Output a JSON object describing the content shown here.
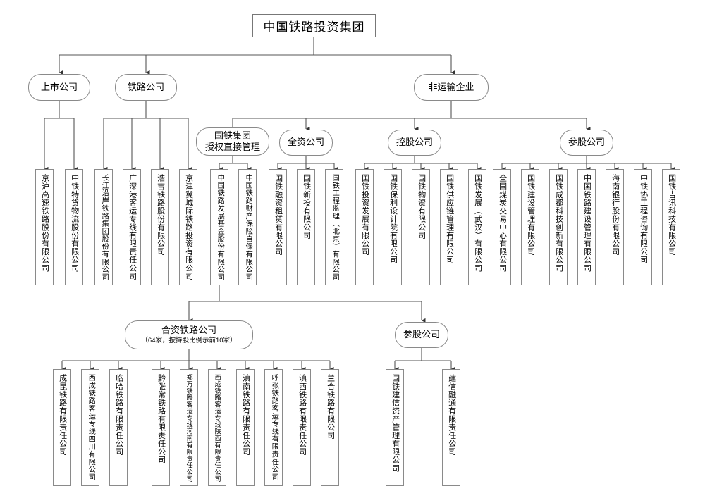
{
  "diagram": {
    "title": "中国铁路投资集团",
    "type": "org-chart"
  },
  "root": {
    "label": "中国铁路投资集团"
  },
  "level2": [
    {
      "label": "上市公司"
    },
    {
      "label": "铁路公司"
    },
    {
      "label": "非运输企业"
    }
  ],
  "level3": [
    {
      "label": "国铁集团",
      "label2": "授权直接管理"
    },
    {
      "label": "全资公司"
    },
    {
      "label": "控股公司"
    },
    {
      "label": "参股公司"
    }
  ],
  "leaves": {
    "listed": [
      "京沪高速铁路股份有限公司",
      "中铁特货物流股份有限公司"
    ],
    "railway": [
      "长江沿岸铁路集团股份有限公司",
      "广深港客运专线有限责任公司",
      "浩吉铁路股份有限公司",
      "京津冀城际铁路投资有限公司"
    ],
    "authorized": [
      "中国铁路发展基金股份有限公司",
      "中国铁路财产保险自保有限公司"
    ],
    "wholly_owned": [
      "国铁融资租赁有限公司",
      "国铁新投有限公司",
      "国铁工程监理（北京）有限公司"
    ],
    "holding": [
      "国铁投资发展有限公司",
      "国铁保利设计院有限公司",
      "国铁物资有限公司",
      "国铁供应链管理有限公司",
      "国铁发展（武汉）有限公司"
    ],
    "participating": [
      "全国煤炭交易中心有限公司",
      "国铁建设管理有限公司",
      "国铁成都科技创新有限公司",
      "中国铁路建设管理有限公司",
      "海南银行股份有限公司",
      "中铁协工程咨询有限公司",
      "国铁吉讯科技有限公司"
    ]
  },
  "level4": [
    {
      "label": "合资铁路公司",
      "sub": "（64家，按持股比例示前10家）"
    },
    {
      "label": "参股公司"
    }
  ],
  "jv_leaves": [
    "成昆铁路有限责任公司",
    "西成铁路客运专线四川有限公司",
    "临哈铁路有限责任公司",
    "黔张常铁路有限责任公司",
    "郑万铁路客运专线河南有限责任公司",
    "西成铁路客运专线陕西有限责任公司",
    "滇南铁路有限责任公司",
    "呼张铁路客运专线有限责任公司",
    "滇西铁路有限责任公司",
    "兰合铁路有限公司"
  ],
  "participating_bottom_leaves": [
    "国铁建信资产管理有限公司",
    "建信融通有限责任公司"
  ],
  "colors": {
    "stroke": "#8a8a8a",
    "wire": "#4a4a4a",
    "background": "#ffffff",
    "text": "#000000"
  }
}
